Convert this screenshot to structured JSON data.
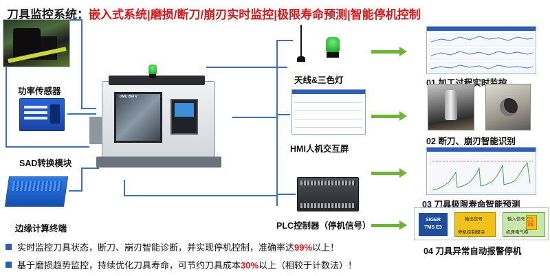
{
  "title": {
    "lead": "刀具监控系统：",
    "sub": "嵌入式系统|磨损/断刀/崩刃实时监控|极限寿命预测|智能停机控制"
  },
  "hardware": {
    "power_sensor": "功率传感器",
    "sad_module": "SAD转换模块",
    "edge_terminal": "边缘计算终端",
    "antenna_lamp": "天线&三色灯",
    "hmi": "HMI人机交互屏",
    "plc": "PLC控制器（停机信号）"
  },
  "machine_logo": "DMC 850 V",
  "functions": {
    "f01": "01 加工过程实时监控",
    "f02": "02 断刀、崩刃智能识别",
    "f03": "03 刀具极限寿命智能预测",
    "f04": "04 刀具异常自动报警停机"
  },
  "panel04": {
    "siger_line1": "SIGER",
    "siger_line2": "TMS E3",
    "output_signal": "输出信号",
    "stop_module": "停机控制模块",
    "input_signal": "输入信号",
    "machine_cabinet": "机床电气柜",
    "plc_tag": "PLC 启动 逻辑"
  },
  "bullets": {
    "b1_pre": "实时监控刀具状态，断刀、崩刃智能诊断，并实现停机控制，准确率达",
    "b1_hl": "99%",
    "b1_post": "以上！",
    "b2_pre": "基于磨损趋势监控，持续优化刀具寿命，可节约刀具成本",
    "b2_hl": "30%",
    "b2_post": "以上（相较于计数法）！"
  },
  "colors": {
    "title_red": "#d4171b",
    "line_blue": "#3b6fb6",
    "arrow_green": "#6fb33a",
    "bullet_blue": "#2a5db0"
  }
}
